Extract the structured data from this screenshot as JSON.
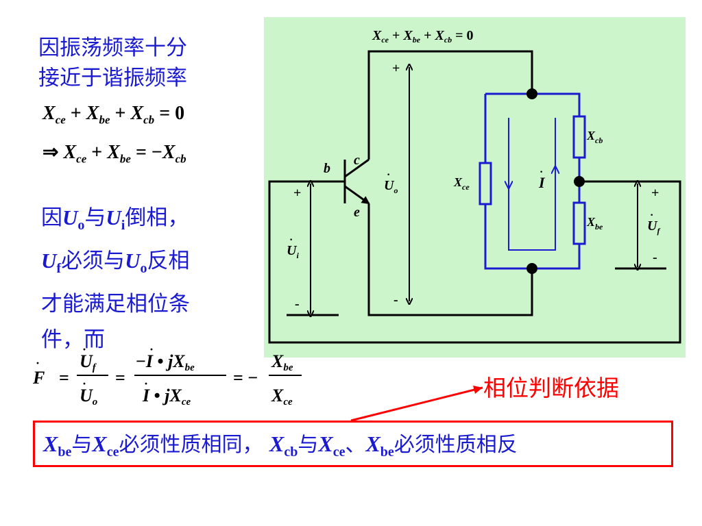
{
  "left_text": {
    "line1": "因振荡频率十分",
    "line2": "接近于谐振频率"
  },
  "equations": {
    "eq1": "X_ce + X_be + X_cb = 0",
    "eq2": "⇒ X_ce + X_be = −X_cb"
  },
  "condition_text": {
    "p1_a": "因",
    "p1_b": "与",
    "p1_c": "倒相，",
    "p2_a": "必须与",
    "p2_b": "反相",
    "line3": "才能满足相位条",
    "line4": "件，而"
  },
  "circuit": {
    "top_equation": "X_ce + X_be + X_cb = 0",
    "labels": {
      "b": "b",
      "c": "c",
      "e": "e",
      "xcb": "X_cb",
      "xce": "X_ce",
      "xbe": "X_be",
      "current": "İ",
      "uo": "U̇_o",
      "ui": "U̇_i",
      "uf": "U̇_f",
      "plus": "+",
      "minus": "-"
    },
    "colors": {
      "background": "#ccf5cc",
      "wire": "#000000",
      "resonant_loop": "#1a1ad0",
      "arrow": "#000000"
    }
  },
  "feedback_formula": "Ḟ = U̇_f / U̇_o = −İ•jX_be / İ•jX_ce = −X_be / X_ce",
  "basis_label": "相位判断依据",
  "conclusion": {
    "t1": "与",
    "t2": "必须性质相同，",
    "t3": "与",
    "t4": "、",
    "t5": "必须性质相反"
  },
  "colors": {
    "text_blue": "#1a1ad0",
    "highlight_red": "#ff0000"
  }
}
